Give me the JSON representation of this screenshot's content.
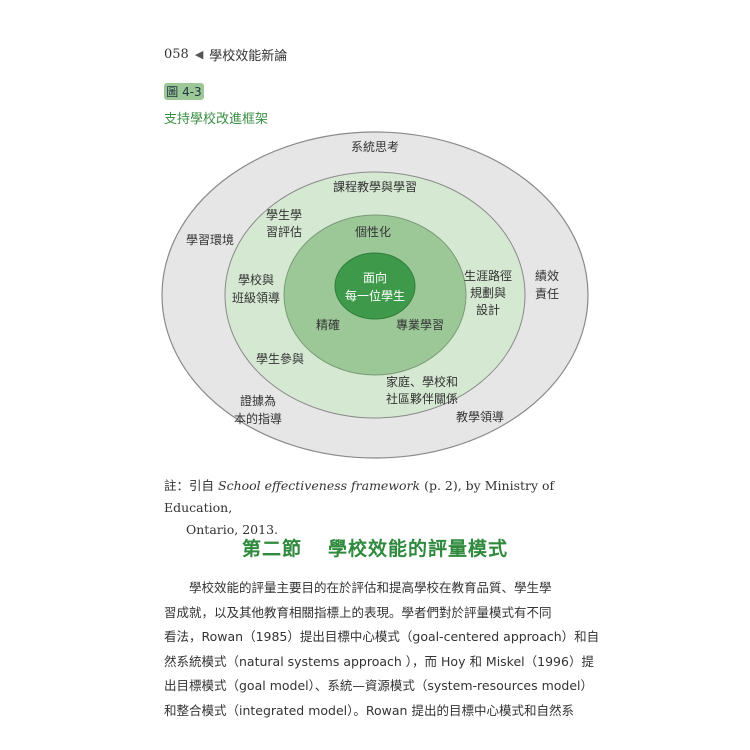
{
  "header": {
    "page_number": "058",
    "arrow": "◀",
    "book_title": "學校效能新論"
  },
  "figure": {
    "label": "圖 4-3",
    "caption": "支持學校改進框架",
    "rings": {
      "outer_color": "#e6e6e6",
      "second_color": "#d5e8d2",
      "third_color": "#9cc898",
      "inner_color": "#3e9a4a"
    },
    "labels": {
      "systems_thinking": "系統思考",
      "learning_environment": "學習環境",
      "accountability_1": "績效",
      "accountability_2": "責任",
      "evidence_1": "證據為",
      "evidence_2": "本的指導",
      "instructional_leadership": "教學領導",
      "curriculum": "課程教學與學習",
      "assessment_1": "學生學",
      "assessment_2": "習評估",
      "school_leadership_1": "學校與",
      "school_leadership_2": "班級領導",
      "career_1": "生涯路徑",
      "career_2": "規劃與",
      "career_3": "設計",
      "student_engagement": "學生參與",
      "partnership_1": "家庭、學校和",
      "partnership_2": "社區夥伴關係",
      "personalization": "個性化",
      "precision": "精確",
      "professional_learning": "專業學習",
      "center_1": "面向",
      "center_2": "每一位學生"
    }
  },
  "note": {
    "label": "註：",
    "prefix": "引自 ",
    "title_italic": "School effectiveness framework",
    "suffix": " (p. 2), by Ministry of Education,",
    "line2": "Ontario, 2013."
  },
  "section": {
    "number": "第二節",
    "title": "學校效能的評量模式"
  },
  "body": {
    "lines": [
      "學校效能的評量主要目的在於評估和提高學校在教育品質、學生學",
      "習成就，以及其他教育相關指標上的表現。學者們對於評量模式有不同",
      "看法，Rowan（1985）提出目標中心模式（goal-centered approach）和自",
      "然系統模式（natural systems approach ），而 Hoy 和 Miskel（1996）提",
      "出目標模式（goal model）、系統—資源模式（system-resources model）",
      "和整合模式（integrated model）。Rowan 提出的目標中心模式和自然系"
    ]
  }
}
